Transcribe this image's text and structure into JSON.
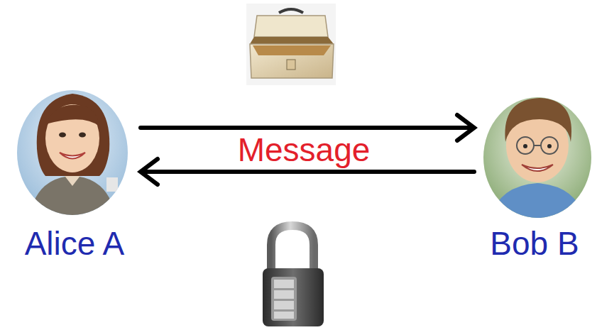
{
  "diagram": {
    "nodes": [
      {
        "text": [
          "Alice A"
        ]
      },
      {
        "text": [
          "Bob B"
        ]
      }
    ],
    "edges": [
      {
        "from": 0,
        "to": 1,
        "arrow": "to"
      },
      {
        "from": 1,
        "to": 0,
        "arrow": "to"
      }
    ],
    "labels": [
      "Message"
    ]
  }
}
